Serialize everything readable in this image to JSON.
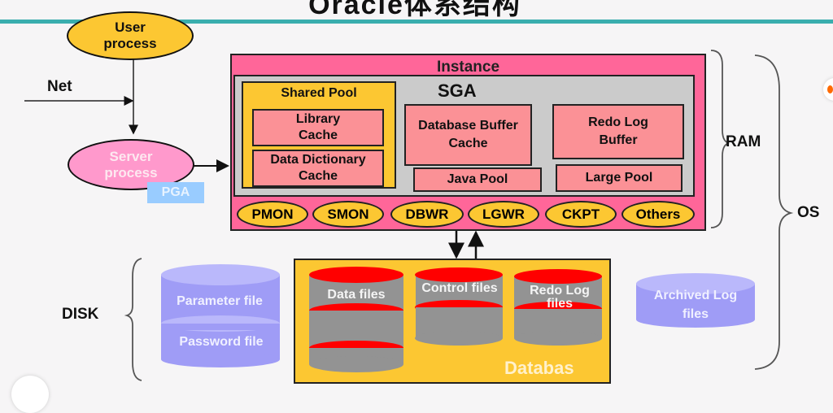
{
  "slide": {
    "title": "Oracle体系结构",
    "accent_color": "#3aaeae"
  },
  "client": {
    "user_process": "User process",
    "net_label": "Net",
    "server_process": "Server process",
    "pga_label": "PGA"
  },
  "instance": {
    "label": "Instance",
    "sga": {
      "label": "SGA",
      "shared_pool": {
        "label": "Shared Pool",
        "library_cache": "Library Cache",
        "data_dictionary_cache": "Data Dictionary Cache"
      },
      "database_buffer_cache": "Database Buffer Cache",
      "redo_log_buffer": "Redo Log Buffer",
      "java_pool": "Java Pool",
      "large_pool": "Large Pool"
    },
    "background_processes": [
      "PMON",
      "SMON",
      "DBWR",
      "LGWR",
      "CKPT",
      "Others"
    ]
  },
  "database": {
    "label": "Databas",
    "data_files": "Data files",
    "control_files": "Control files",
    "redo_log_files": "Redo Log files"
  },
  "disk_files": {
    "parameter_file": "Parameter file",
    "password_file": "Password file",
    "archived_log_files": "Archived Log files"
  },
  "brackets": {
    "ram": "RAM",
    "os": "OS",
    "disk": "DISK"
  },
  "colors": {
    "instance": "#ff6699",
    "sga": "#cbcbcb",
    "shared_pool": "#fcc732",
    "memory_component": "#fb9196",
    "db_cylinder_top": "#ff0000",
    "db_cylinder_body": "#939393",
    "disk_cylinder": "#9f9cf6",
    "server_process": "#ff99cc",
    "pga": "#99ccff"
  }
}
